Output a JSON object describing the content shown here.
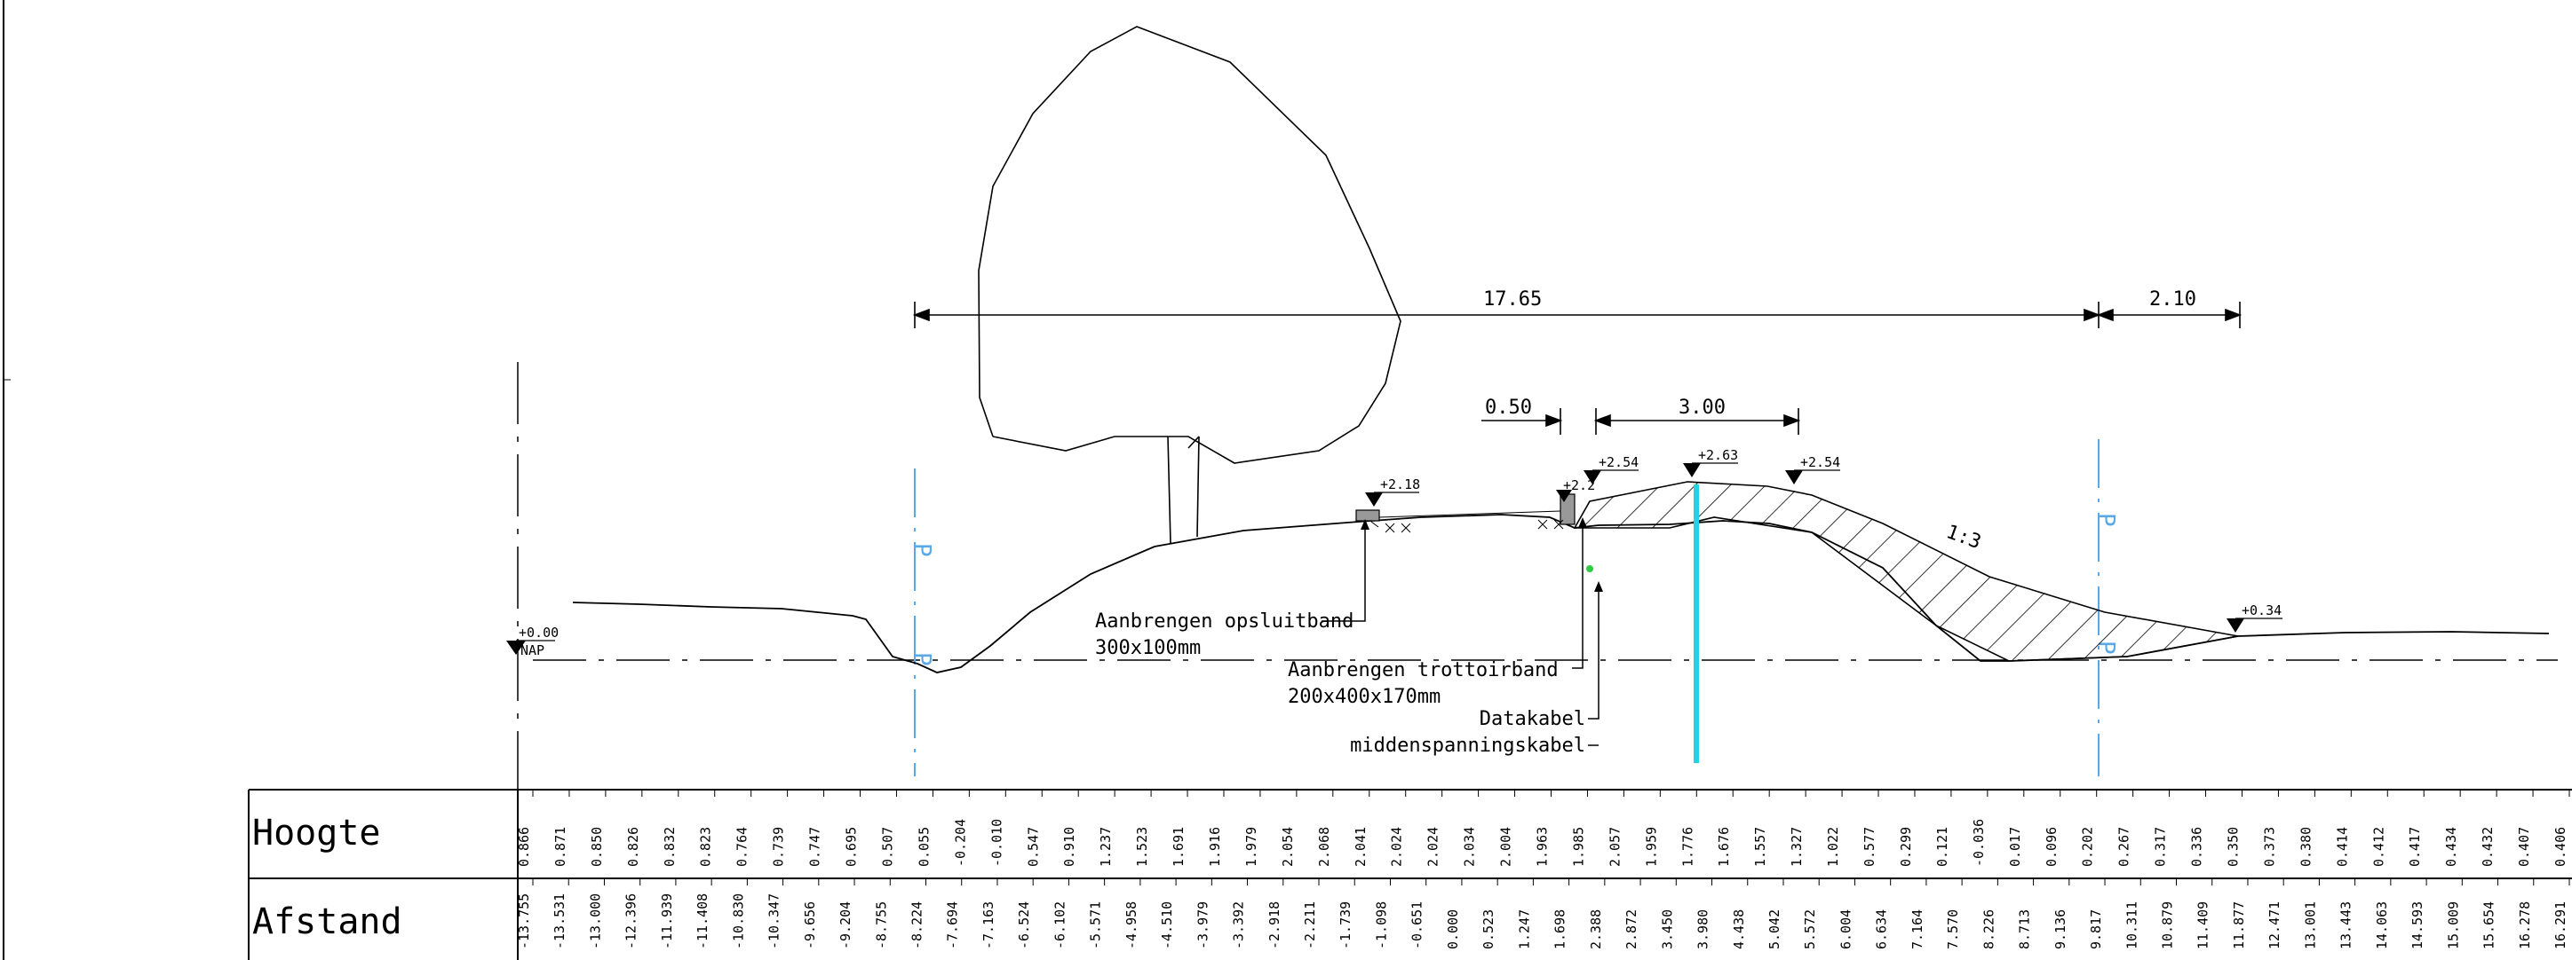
{
  "colors": {
    "line": "#000000",
    "axis_blue": "#5aa9e6",
    "cyan_marker": "#22d3e6",
    "green_point": "#2ecc40",
    "fill_gray": "#999999"
  },
  "dimensions": {
    "main": "17.65",
    "right": "2.10",
    "d050": "0.50",
    "d300": "3.00"
  },
  "levels": {
    "nap_value": "+0.00",
    "nap_label": "NAP",
    "l218": "+2.18",
    "l22": "+2.2",
    "l254a": "+2.54",
    "l263": "+2.63",
    "l254b": "+2.54",
    "l034": "+0.34"
  },
  "slope": "1:3",
  "axis_label": "P",
  "callouts": {
    "opsluitband_1": "Aanbrengen opsluitband",
    "opsluitband_2": "300x100mm",
    "trottoirband_1": "Aanbrengen trottoirband",
    "trottoirband_2": "200x400x170mm",
    "datakabel_1": "Datakabel",
    "datakabel_2": "middenspanningskabel"
  },
  "table": {
    "row1_label": "Hoogte",
    "row2_label": "Afstand",
    "hoogte": [
      "0.866",
      "0.871",
      "0.850",
      "0.826",
      "0.832",
      "0.823",
      "0.764",
      "0.739",
      "0.747",
      "0.695",
      "0.507",
      "0.055",
      "-0.204",
      "-0.010",
      "0.547",
      "0.910",
      "1.237",
      "1.523",
      "1.691",
      "1.916",
      "1.979",
      "2.054",
      "2.068",
      "2.041",
      "2.024",
      "2.024",
      "2.034",
      "2.004",
      "1.963",
      "1.985",
      "2.057",
      "1.959",
      "1.776",
      "1.676",
      "1.557",
      "1.327",
      "1.022",
      "0.577",
      "0.299",
      "0.121",
      "-0.036",
      "0.017",
      "0.096",
      "0.202",
      "0.267",
      "0.317",
      "0.336",
      "0.350",
      "0.373",
      "0.380",
      "0.414",
      "0.412",
      "0.417",
      "0.434",
      "0.432",
      "0.407",
      "0.406"
    ],
    "afstand": [
      "-13.755",
      "-13.531",
      "-13.000",
      "-12.396",
      "-11.939",
      "-11.408",
      "-10.830",
      "-10.347",
      "-9.656",
      "-9.204",
      "-8.755",
      "-8.224",
      "-7.694",
      "-7.163",
      "-6.524",
      "-6.102",
      "-5.571",
      "-4.958",
      "-4.510",
      "-3.979",
      "-3.392",
      "-2.918",
      "-2.211",
      "-1.739",
      "-1.098",
      "-0.651",
      "0.000",
      "0.523",
      "1.247",
      "1.698",
      "2.388",
      "2.872",
      "3.450",
      "3.980",
      "4.438",
      "5.042",
      "5.572",
      "6.004",
      "6.634",
      "7.164",
      "7.570",
      "8.226",
      "8.713",
      "9.136",
      "9.817",
      "10.311",
      "10.879",
      "11.409",
      "11.877",
      "12.471",
      "13.001",
      "13.443",
      "14.063",
      "14.593",
      "15.009",
      "15.654",
      "16.278",
      "16.291"
    ]
  }
}
